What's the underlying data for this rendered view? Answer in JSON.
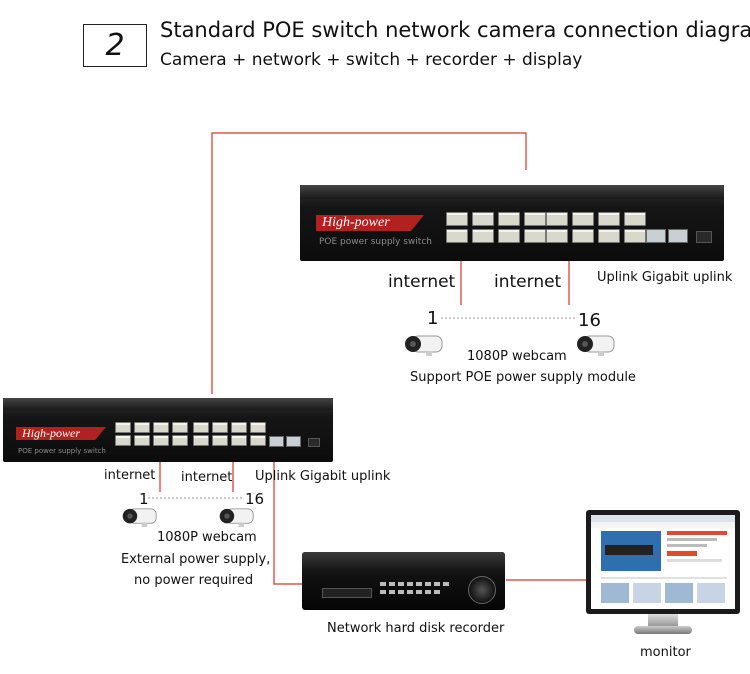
{
  "header": {
    "number": "2",
    "title": "Standard POE switch network camera connection diagram",
    "subtitle": "Camera + network + switch + recorder + display"
  },
  "switch_top": {
    "brand": "High-power",
    "brand_sub": "POE power supply switch",
    "label_internet_left": "internet",
    "label_internet_right": "internet",
    "label_uplink": "Uplink Gigabit uplink",
    "cam_start": "1",
    "cam_end": "16",
    "cam_caption": "1080P webcam",
    "cam_note": "Support POE power supply module"
  },
  "switch_bottom": {
    "brand": "High-power",
    "brand_sub": "POE power supply switch",
    "label_internet_left": "internet",
    "label_internet_right": "internet",
    "label_uplink": "Uplink Gigabit uplink",
    "cam_start": "1",
    "cam_end": "16",
    "cam_caption": "1080P webcam",
    "cam_note_line1": "External power supply,",
    "cam_note_line2": "no power required"
  },
  "recorder": {
    "label": "Network hard disk recorder"
  },
  "monitor": {
    "label": "monitor"
  },
  "colors": {
    "wire": "#d9342b",
    "dashed": "#999999",
    "brand": "#b32020"
  }
}
